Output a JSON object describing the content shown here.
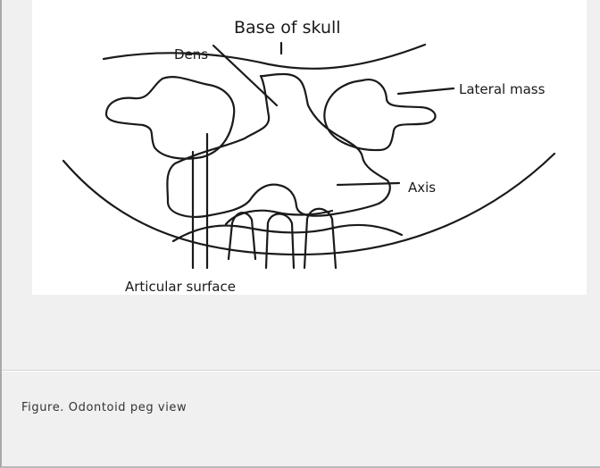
{
  "figure": {
    "labels": {
      "base_of_skull": "Base of skull",
      "dens": "Dens",
      "lateral_mass": "Lateral mass",
      "axis": "Axis",
      "articular_surface": "Articular surface"
    }
  },
  "caption": {
    "text": "Figure. Odontoid peg view"
  }
}
